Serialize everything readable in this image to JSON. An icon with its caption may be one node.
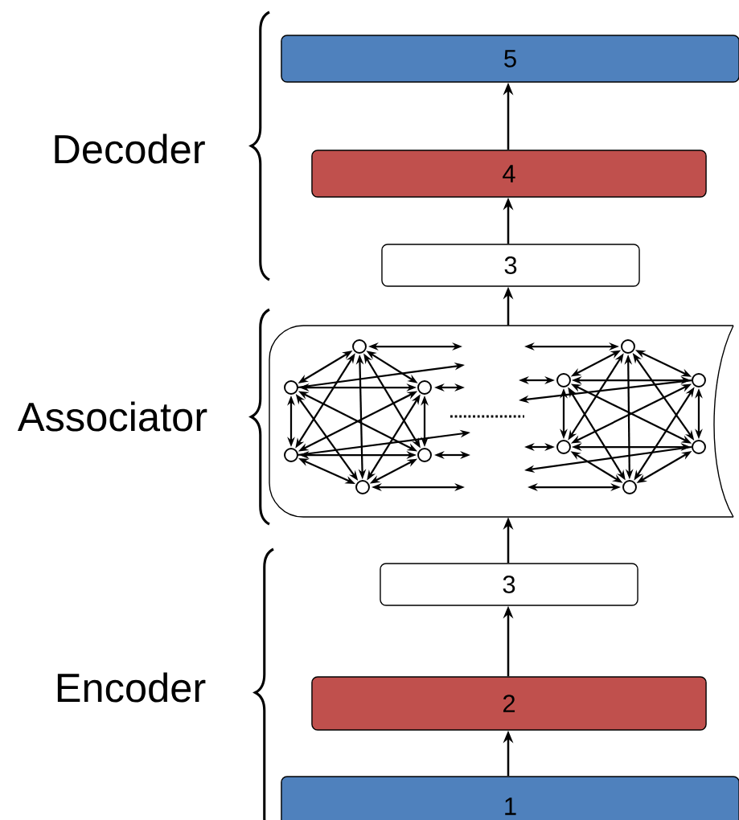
{
  "diagram": {
    "nodes": [
      {
        "text": [
          "5"
        ]
      },
      {
        "text": [
          "4"
        ]
      },
      {
        "text": [
          "3"
        ]
      },
      {
        "text": [],
        "shape": "box"
      },
      {
        "text": [
          "3"
        ]
      },
      {
        "text": [
          "2"
        ]
      },
      {
        "text": [
          "1"
        ]
      }
    ],
    "edges": [
      {
        "from": 6,
        "to": 5,
        "arrow": "to"
      },
      {
        "from": 5,
        "to": 4,
        "arrow": "to"
      },
      {
        "from": 4,
        "to": 3,
        "arrow": "to"
      },
      {
        "from": 3,
        "to": 2,
        "arrow": "to"
      },
      {
        "from": 2,
        "to": 1,
        "arrow": "to"
      },
      {
        "from": 1,
        "to": 0,
        "arrow": "to"
      }
    ],
    "labels": [
      "Decoder",
      "Associator",
      "Encoder"
    ]
  }
}
